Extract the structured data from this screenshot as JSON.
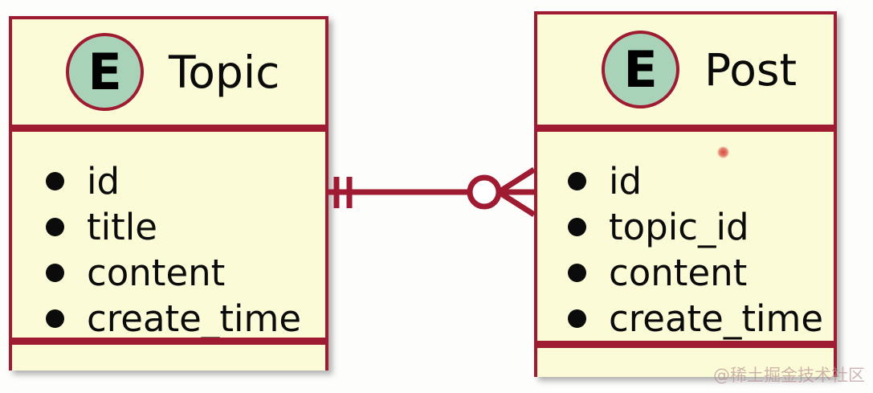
{
  "diagram": {
    "type": "entity-relationship-diagram",
    "notation": "crow's foot",
    "background_color": "#fdfdfc",
    "entity_fill": "#fcfbd8",
    "entity_border": "#9e1b32",
    "badge_fill": "#a9d3b8",
    "bullet_color": "#0b0b0b",
    "text_color": "#0b0b0b"
  },
  "entities": [
    {
      "id": "topic",
      "badge": "E",
      "badge_icon_name": "entity-badge-icon",
      "name": "Topic",
      "attributes": [
        {
          "name": "id"
        },
        {
          "name": "title"
        },
        {
          "name": "content"
        },
        {
          "name": "create_time"
        }
      ]
    },
    {
      "id": "post",
      "badge": "E",
      "badge_icon_name": "entity-badge-icon",
      "name": "Post",
      "attributes": [
        {
          "name": "id"
        },
        {
          "name": "topic_id"
        },
        {
          "name": "content"
        },
        {
          "name": "create_time"
        }
      ]
    }
  ],
  "relationship": {
    "from": "Topic",
    "to": "Post",
    "from_cardinality": "one and only one",
    "from_symbol": "double-tick",
    "to_cardinality": "zero or many",
    "to_symbol": "circle-crowsfoot",
    "line_color": "#9e1b32"
  },
  "watermark": {
    "text": "@稀土掘金技术社区"
  }
}
